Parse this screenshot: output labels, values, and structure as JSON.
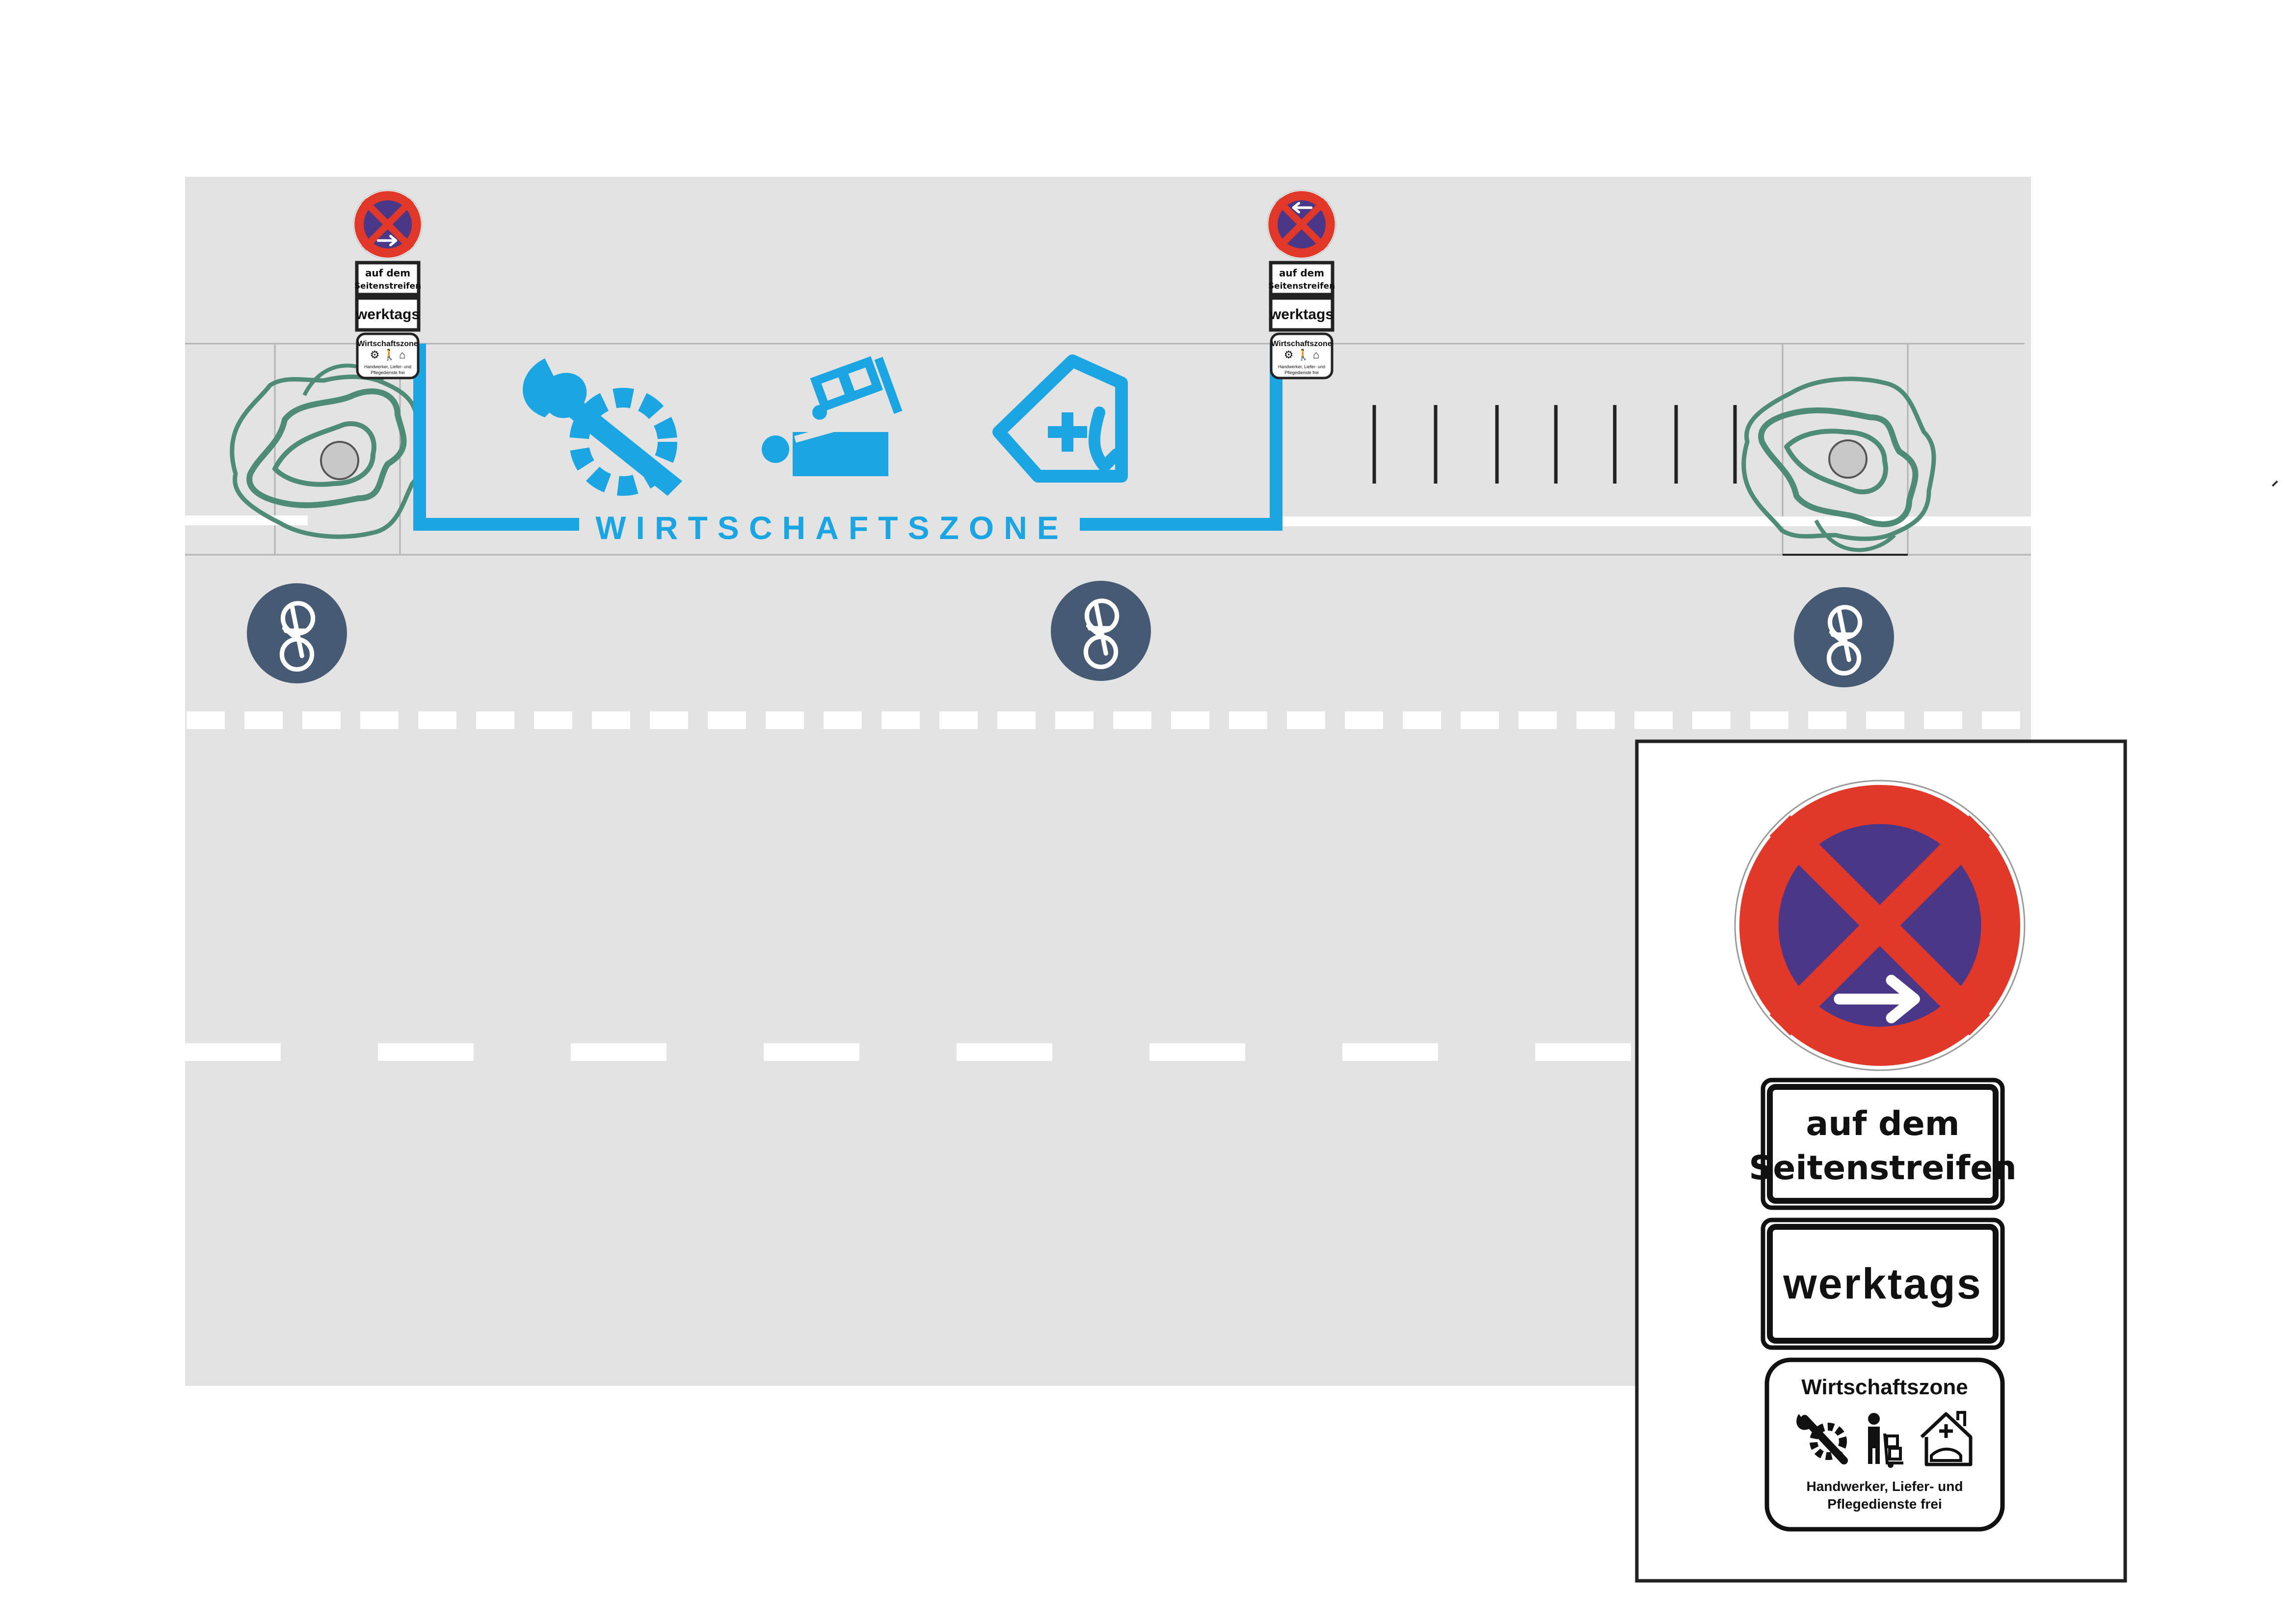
{
  "zone_marking": {
    "label": "WIRTSCHAFTSZONE",
    "color": "#1ba6e3",
    "pictograms": [
      "wrench-gear-icon",
      "hand-truck-delivery-icon",
      "care-house-icon"
    ]
  },
  "signs": {
    "supplement_1": {
      "line1": "auf dem",
      "line2": "Seitenstreifen"
    },
    "supplement_2": {
      "text": "werktags"
    },
    "supplement_3": {
      "title": "Wirtschaftszone",
      "line1": "Handwerker, Liefer- und",
      "line2": "Pflegedienste frei",
      "pictograms": [
        "wrench-gear-icon",
        "person-with-hand-truck-icon",
        "care-house-icon"
      ]
    },
    "no_stopping": {
      "arrow_left_post": "right",
      "arrow_right_post": "left"
    }
  },
  "colors": {
    "road": "#e3e3e3",
    "sign_red": "#e2382a",
    "sign_blue": "#4a3787",
    "bike_badge": "#475a74",
    "tree_stroke": "#4f8c78",
    "zone_blue": "#1ba6e3"
  },
  "bike_symbols": [
    "bicycle-icon",
    "bicycle-icon",
    "bicycle-icon"
  ],
  "trees": [
    "tree-icon",
    "tree-icon"
  ],
  "bollard_stripes": 7
}
